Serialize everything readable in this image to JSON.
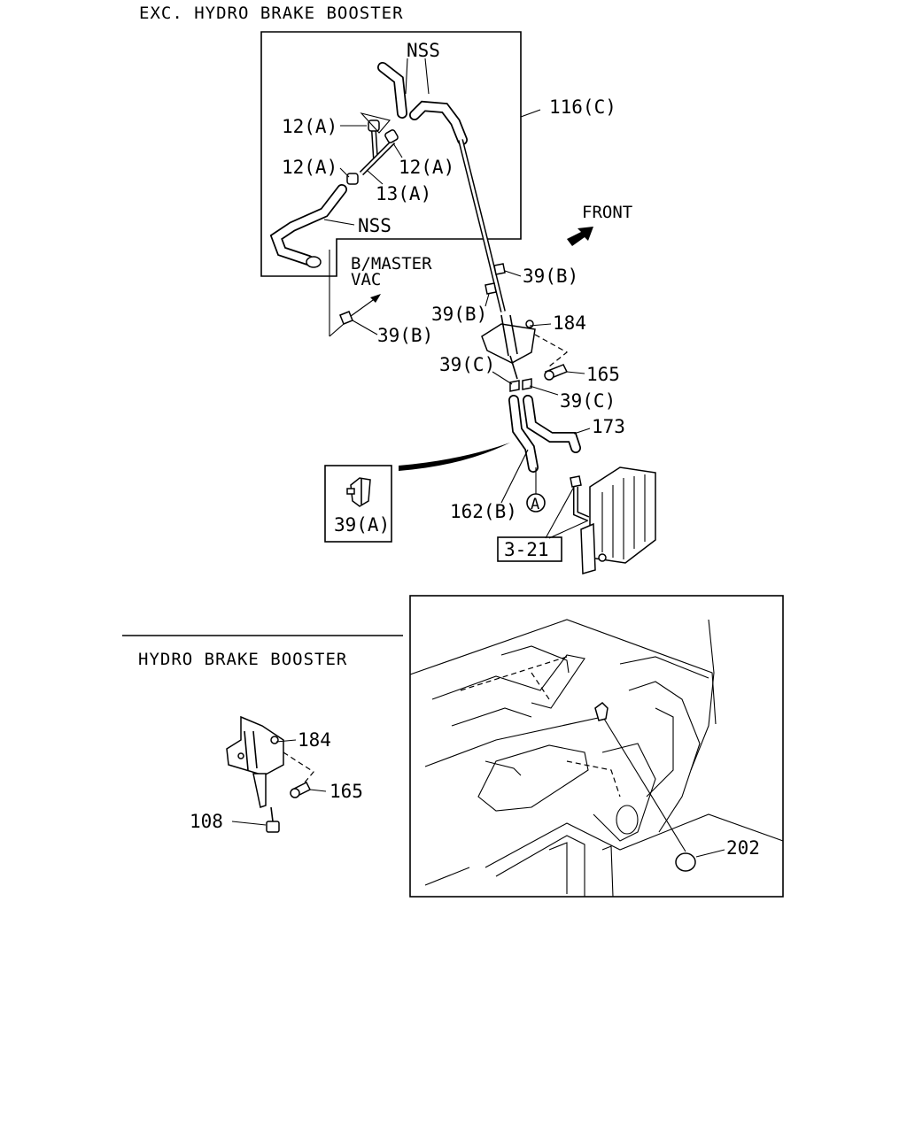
{
  "headers": {
    "top": "EXC. HYDRO BRAKE BOOSTER",
    "bottom": "HYDRO BRAKE BOOSTER"
  },
  "labels": {
    "nss_top": "NSS",
    "nss_mid": "NSS",
    "p116c": "116(C)",
    "p12a_1": "12(A)",
    "p12a_2": "12(A)",
    "p12a_3": "12(A)",
    "p13a": "13(A)",
    "front": "FRONT",
    "bmaster_1": "B/MASTER",
    "bmaster_2": "VAC",
    "p39b_1": "39(B)",
    "p39b_2": "39(B)",
    "p39b_3": "39(B)",
    "p184_top": "184",
    "p165_top": "165",
    "p39c_1": "39(C)",
    "p39c_2": "39(C)",
    "p173": "173",
    "p39a": "39(A)",
    "p162b": "162(B)",
    "circle_a": "A",
    "ref_321": "3-21",
    "p184_bot": "184",
    "p165_bot": "165",
    "p108": "108",
    "p202": "202"
  },
  "icons": {
    "front_arrow": "front-arrow-icon"
  }
}
